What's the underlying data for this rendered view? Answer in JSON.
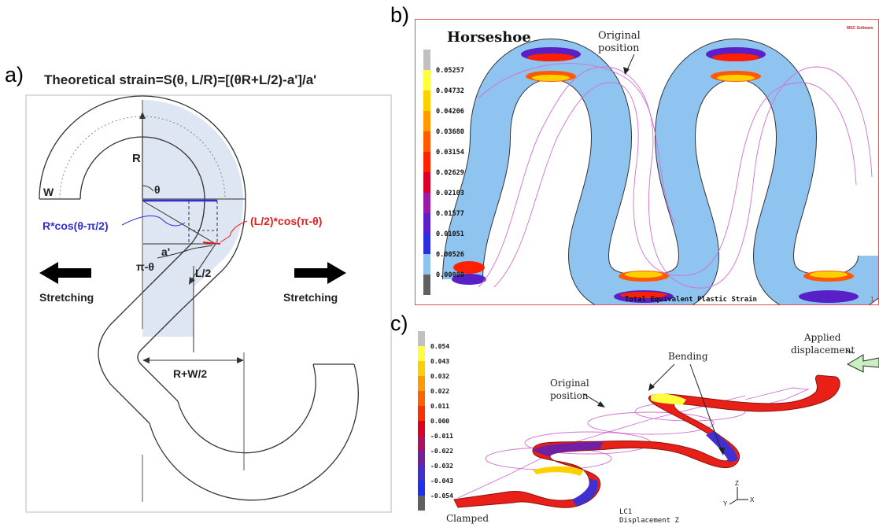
{
  "panel_a": {
    "label": "a)",
    "title": "Theoretical strain=S(θ, L/R)=[(θR+L/2)-a']/a'",
    "labels": {
      "R": "R",
      "W": "W",
      "theta": "θ",
      "a_prime": "a'",
      "pi_minus_theta": "π-θ",
      "L_half": "L/2",
      "r_cos": "R*cos(θ-π/2)",
      "l_cos": "(L/2)*cos(π-θ)",
      "stretch_left": "Stretching",
      "stretch_right": "Stretching",
      "r_plus_w": "R+W/2"
    },
    "colors": {
      "blue": "#2f2fd8",
      "red": "#e02020",
      "shade": "#dde6f2"
    }
  },
  "panel_b": {
    "label": "b)",
    "title": "Horseshoe",
    "annotation": "Original\nposition",
    "footer": "Total Equivalent Plastic Strain",
    "corner_number": "1",
    "logo_text": "MSC Software",
    "legend": [
      "0.05257",
      "0.04732",
      "0.04206",
      "0.03680",
      "0.03154",
      "0.02629",
      "0.02103",
      "0.01577",
      "0.01051",
      "0.00526",
      "0.00000"
    ],
    "legend_colors": [
      "#c0c0c0",
      "#ffff40",
      "#ffd000",
      "#ff9a00",
      "#ff5a00",
      "#ff2000",
      "#d8002a",
      "#9a1aa8",
      "#5a20c8",
      "#2a30e0",
      "#8fc3f0",
      "#606060"
    ]
  },
  "panel_c": {
    "label": "c)",
    "legend": [
      "0.054",
      "0.043",
      "0.032",
      "0.022",
      "0.011",
      "0.000",
      "-0.011",
      "-0.022",
      "-0.032",
      "-0.043",
      "-0.054"
    ],
    "legend_colors": [
      "#c0c0c0",
      "#ffff40",
      "#ffd000",
      "#ff9a00",
      "#ff6000",
      "#ff3000",
      "#e00020",
      "#b01060",
      "#7020a0",
      "#4030d0",
      "#2030f0",
      "#606060"
    ],
    "annotations": {
      "applied": "Applied\ndisplacement",
      "bending": "Bending",
      "original": "Original\nposition",
      "clamped": "Clamped"
    },
    "footer_lines": [
      "LC1",
      "Displacement Z"
    ],
    "axes": {
      "y": "Y",
      "z": "Z",
      "x": "X"
    }
  }
}
